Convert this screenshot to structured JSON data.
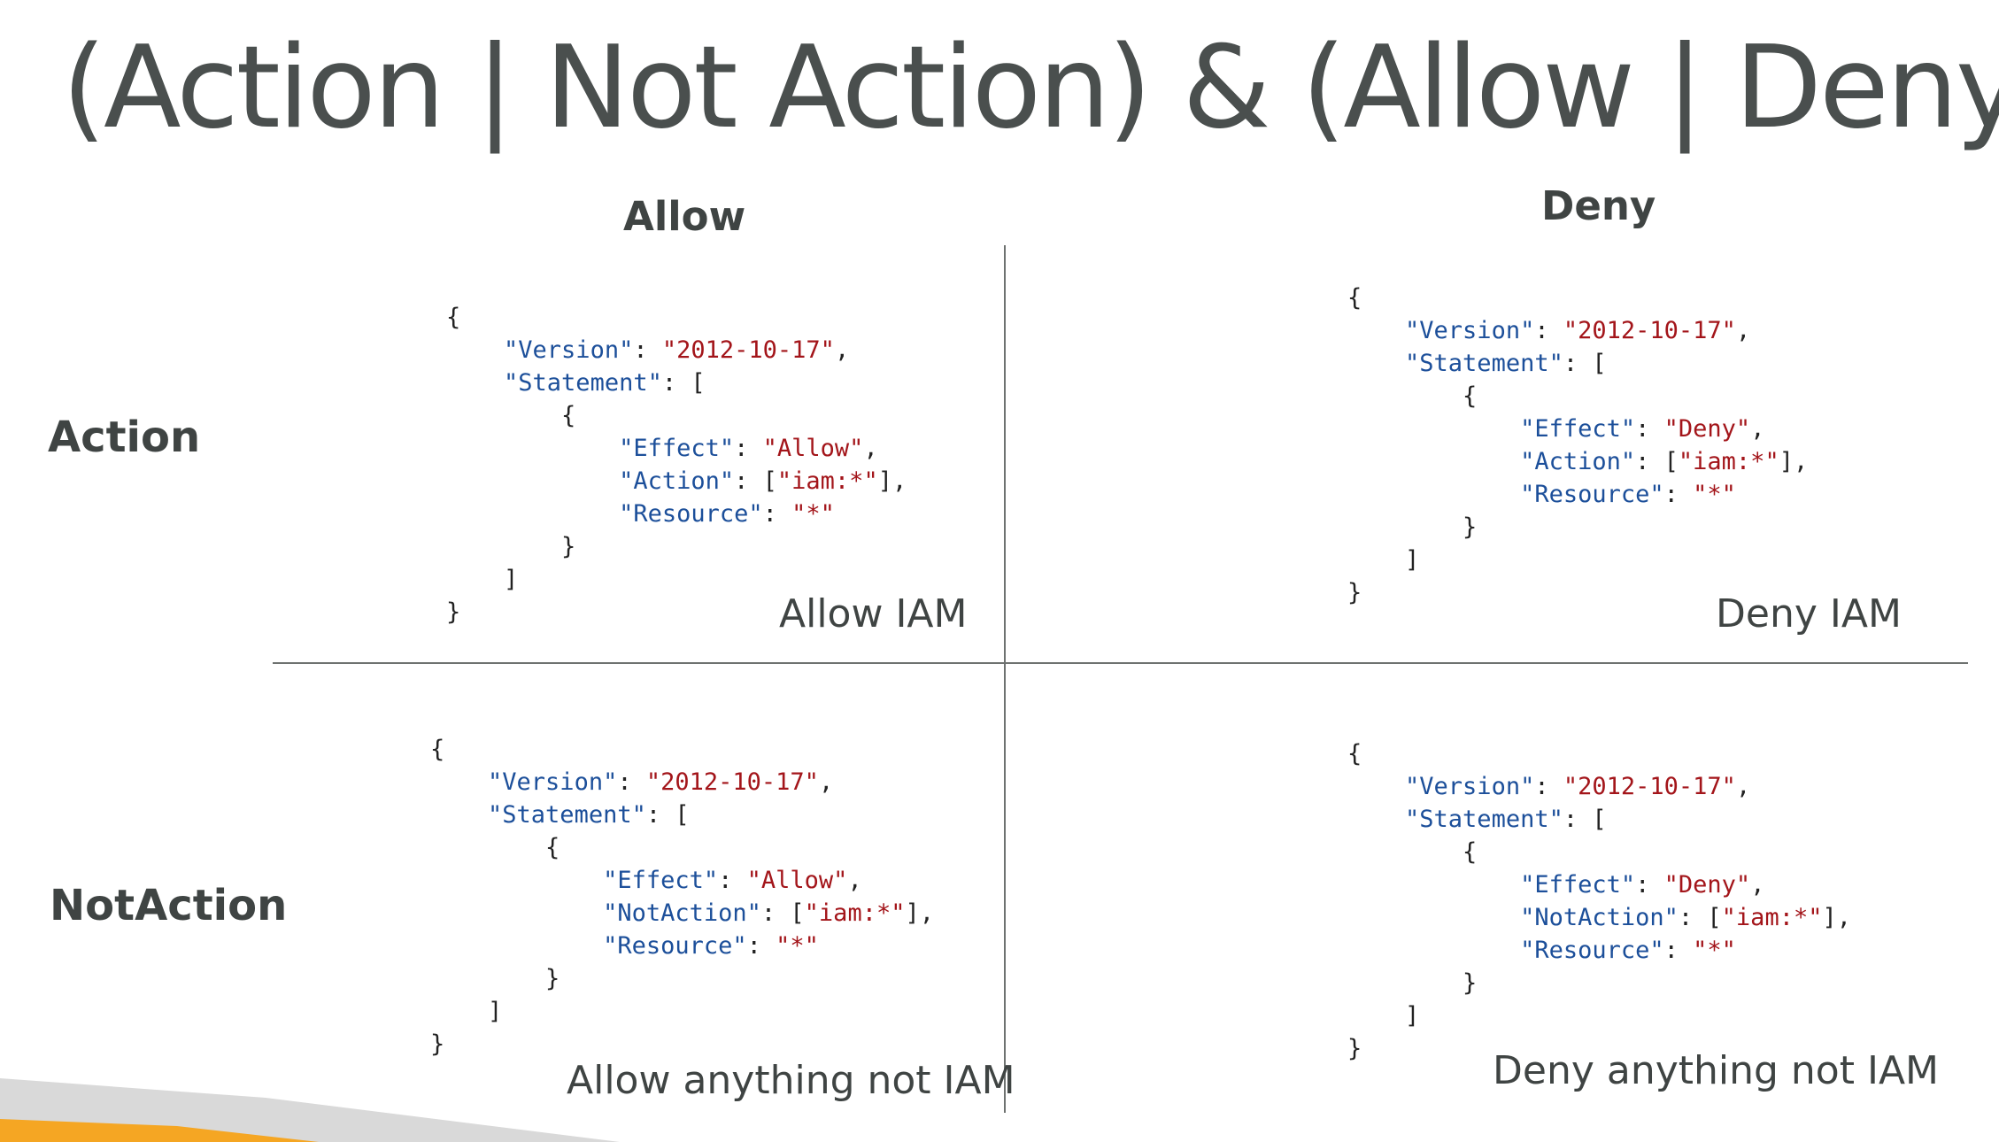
{
  "title": "(Action | Not Action) & (Allow | Deny)",
  "columns": {
    "allow": "Allow",
    "deny": "Deny"
  },
  "rows": {
    "action": "Action",
    "notaction": "NotAction"
  },
  "json": {
    "open_brace": "{",
    "close_brace": "}",
    "open_bracket": "[",
    "close_bracket": "]",
    "version_key": "\"Version\"",
    "version_value": "\"2012-10-17\"",
    "statement_key": "\"Statement\"",
    "effect_key": "\"Effect\"",
    "action_key": "\"Action\"",
    "notaction_key": "\"NotAction\"",
    "resource_key": "\"Resource\"",
    "allow_value": "\"Allow\"",
    "deny_value": "\"Deny\"",
    "iam_value": "\"iam:*\"",
    "star_value": "\"*\"",
    "colon": ": ",
    "comma": ",",
    "array_end_comma": "],"
  },
  "captions": {
    "allow_action": "Allow IAM",
    "deny_action": "Deny IAM",
    "allow_notaction": "Allow anything not IAM",
    "deny_notaction": "Deny anything not IAM"
  },
  "colors": {
    "key": "#1c4f9a",
    "string": "#a3151a",
    "accent_orange": "#f5a623",
    "accent_gray": "#d9d9d9"
  }
}
